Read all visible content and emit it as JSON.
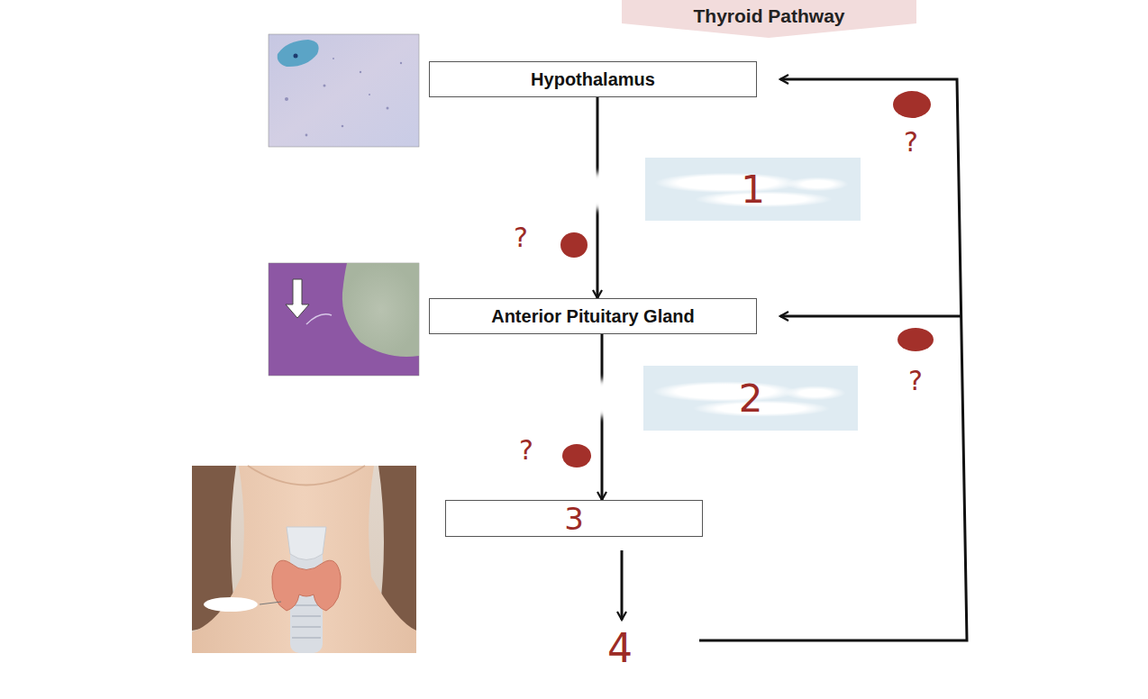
{
  "diagram": {
    "title": "Thyroid Pathway",
    "nodes": [
      {
        "text": [
          "Hypothalamus"
        ]
      },
      {
        "text": [
          "1"
        ]
      },
      {
        "text": [
          "Anterior Pituitary Gland"
        ]
      },
      {
        "text": [
          "2"
        ]
      },
      {
        "text": [
          "3"
        ]
      }
    ],
    "edges": [
      {
        "from": 0,
        "to": 2,
        "arrow": "to"
      },
      {
        "from": 2,
        "to": 4,
        "arrow": "to"
      }
    ],
    "labels": [
      "?",
      "?",
      "?",
      "?",
      "4"
    ]
  }
}
